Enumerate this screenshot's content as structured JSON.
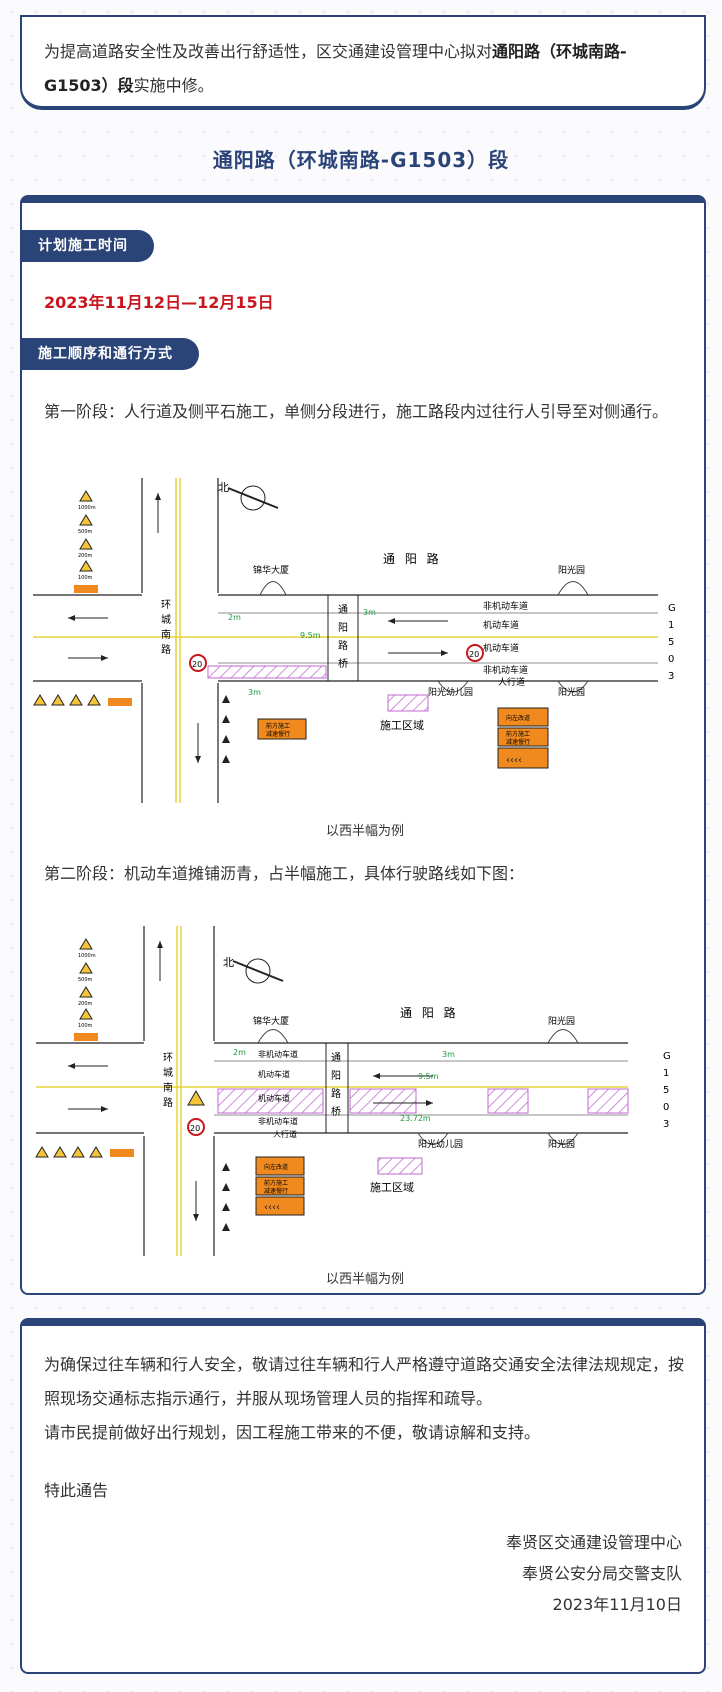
{
  "intro": {
    "text_before": "为提高道路安全性及改善出行舒适性，区交通建设管理中心拟对",
    "text_bold": "通阳路（环城南路-G1503）段",
    "text_after": "实施中修。"
  },
  "section_title": "通阳路（环城南路-G1503）段",
  "schedule": {
    "tag": "计划施工时间",
    "date": "2023年11月12日—12月15日"
  },
  "method": {
    "tag": "施工顺序和通行方式",
    "phase1": "第一阶段：人行道及侧平石施工，单侧分段进行，施工路段内过往行人引导至对侧通行。",
    "phase2": "第二阶段：机动车道摊铺沥青，占半幅施工，具体行驶路线如下图：",
    "caption1": "以西半幅为例",
    "caption2": "以西半幅为例"
  },
  "diagram": {
    "north": "北",
    "road_tongyang": "通 阳 路",
    "road_huancheng": [
      "环",
      "城",
      "南",
      "路"
    ],
    "bridge": [
      "通",
      "阳",
      "路",
      "桥"
    ],
    "g1503": [
      "G",
      "1",
      "5",
      "0",
      "3"
    ],
    "jinhua": "锦华大厦",
    "yangguangyuan": "阳光园",
    "kindergarten": "阳光幼儿园",
    "lane_nonmotor": "非机动车道",
    "lane_motor": "机动车道",
    "lane_sidewalk": "人行道",
    "zone": "施工区域",
    "speed": "20",
    "sign_ahead": "前方施工",
    "sign_slow": "减速慢行",
    "sign_left": "向左改道",
    "dist_1000": "1000m",
    "dist_500": "500m",
    "dist_200": "200m",
    "dist_100": "100m",
    "dim_2m": "2m",
    "dim_3m": "3m",
    "dim_95": "9.5m",
    "dim_2372": "23.72m"
  },
  "notice": {
    "p1": "为确保过往车辆和行人安全，敬请过往车辆和行人严格遵守道路交通安全法律法规规定，按照现场交通标志指示通行，并服从现场管理人员的指挥和疏导。",
    "p2": "请市民提前做好出行规划，因工程施工带来的不便，敬请谅解和支持。",
    "p3": "特此通告",
    "sign1": "奉贤区交通建设管理中心",
    "sign2": "奉贤公安分局交警支队",
    "sign_date": "2023年11月10日"
  }
}
